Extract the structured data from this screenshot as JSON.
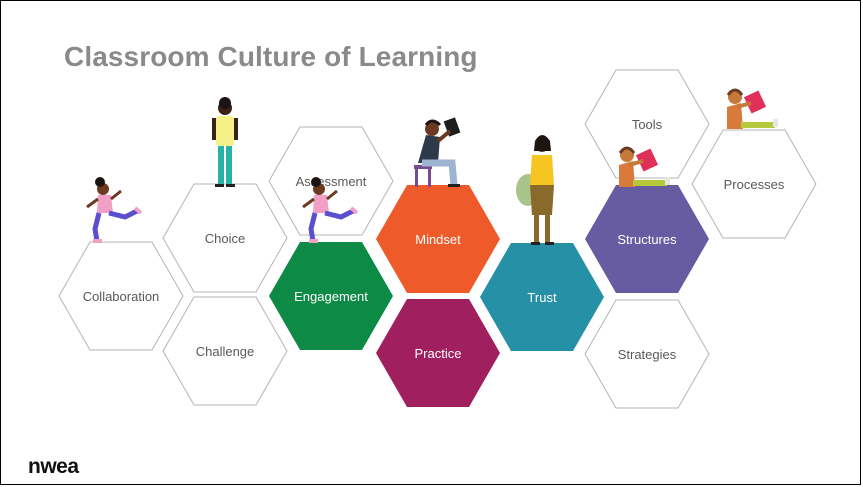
{
  "title": "Classroom Culture of Learning",
  "logo": "nwea",
  "colors": {
    "engagement": "#0d8a45",
    "mindset": "#ee5a29",
    "practice": "#a01f5e",
    "trust": "#2690a6",
    "structures": "#675ba1",
    "outline": "#b5b5b5",
    "title": "#8a8a8a"
  },
  "hexagons": [
    {
      "id": "collaboration",
      "label": "Collaboration",
      "fill": "none"
    },
    {
      "id": "choice",
      "label": "Choice",
      "fill": "none"
    },
    {
      "id": "challenge",
      "label": "Challenge",
      "fill": "none"
    },
    {
      "id": "assessment",
      "label": "Assessment",
      "fill": "none"
    },
    {
      "id": "engagement",
      "label": "Engagement",
      "fill": "#0d8a45"
    },
    {
      "id": "mindset",
      "label": "Mindset",
      "fill": "#ee5a29"
    },
    {
      "id": "practice",
      "label": "Practice",
      "fill": "#a01f5e"
    },
    {
      "id": "trust",
      "label": "Trust",
      "fill": "#2690a6"
    },
    {
      "id": "tools",
      "label": "Tools",
      "fill": "none"
    },
    {
      "id": "structures",
      "label": "Structures",
      "fill": "#675ba1"
    },
    {
      "id": "strategies",
      "label": "Strategies",
      "fill": "none"
    },
    {
      "id": "processes",
      "label": "Processes",
      "fill": "none"
    }
  ],
  "figures": [
    {
      "id": "kicking-girl-left",
      "icon": "kicking-girl-icon"
    },
    {
      "id": "standing-person-choice",
      "icon": "standing-person-icon"
    },
    {
      "id": "kicking-girl-engagement",
      "icon": "kicking-girl-icon"
    },
    {
      "id": "reading-man-mindset",
      "icon": "reading-man-icon"
    },
    {
      "id": "woman-with-bag-trust",
      "icon": "woman-with-bag-icon"
    },
    {
      "id": "sitting-reader-structures",
      "icon": "sitting-reader-icon"
    },
    {
      "id": "sitting-reader-processes",
      "icon": "sitting-reader-icon"
    }
  ]
}
